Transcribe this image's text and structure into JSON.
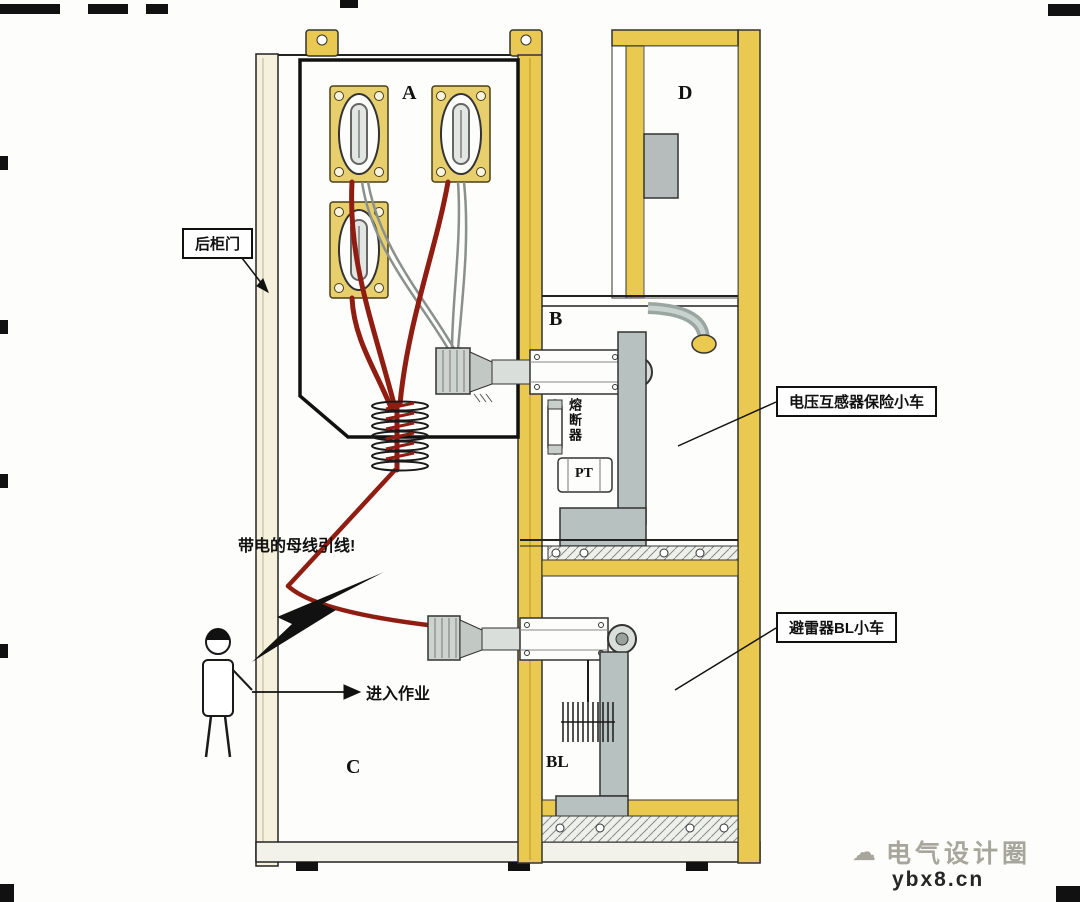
{
  "compartments": {
    "a": "A",
    "b": "B",
    "c": "C",
    "d": "D",
    "bl": "BL"
  },
  "components": {
    "pt": "PT",
    "fuse": "熔断器"
  },
  "annotations": {
    "rear_door": "后柜门",
    "live_busbar_warning": "带电的母线引线!",
    "enter_work": "进入作业",
    "pt_fuse_trolley": "电压互感器保险小车",
    "arrester_trolley": "避雷器BL小车"
  },
  "watermark": {
    "brand": "电气设计圈",
    "site": "ybx8.cn",
    "cloud_icon": "☁"
  },
  "colors": {
    "frame_yellow": "#e9c94f",
    "bushing_plate": "#e8cf6e",
    "cable_red": "#8f1d12",
    "metal_grey": "#b7c2c0",
    "line_black": "#111111"
  }
}
